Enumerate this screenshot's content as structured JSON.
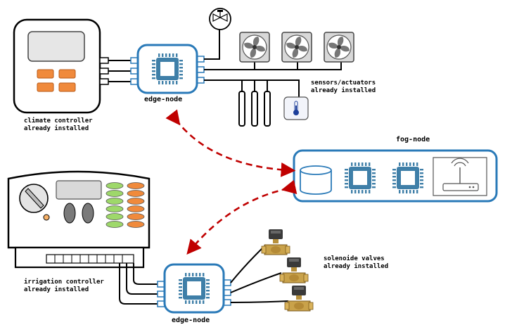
{
  "labels": {
    "climate_line1": "climate controller",
    "climate_line2": "already installed",
    "edge_top": "edge-node",
    "edge_bottom": "edge-node",
    "fog": "fog-node",
    "sensors_line1": "sensors/actuators",
    "sensors_line2": "already installed",
    "irrigation_line1": "irrigation controller",
    "irrigation_line2": "already installed",
    "valves_line1": "solenoide valves",
    "valves_line2": "already installed"
  },
  "icons": [
    "climate-controller",
    "fan-icon",
    "valve-symbol-icon",
    "thermometer-icon",
    "sensor-probe-icon",
    "chip-icon",
    "database-icon",
    "router-icon",
    "irrigation-controller",
    "solenoid-valve-icon"
  ],
  "colors": {
    "node_border": "#2a7ab8",
    "chip": "#3f7fa8",
    "arrow": "#c00000",
    "orange_button": "#f08a3c",
    "green_button": "#9ed86a"
  }
}
